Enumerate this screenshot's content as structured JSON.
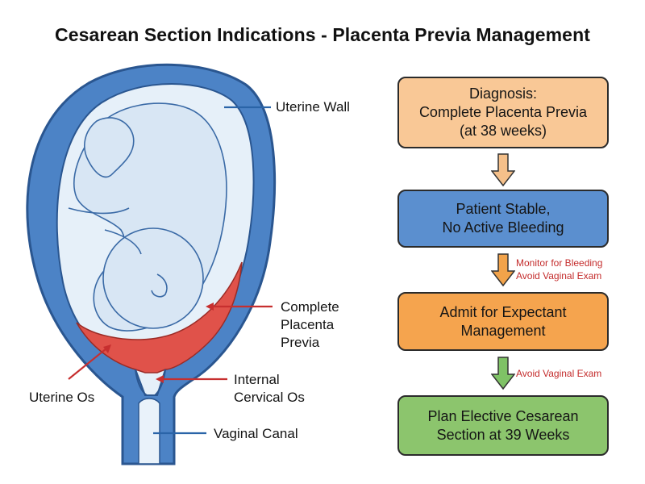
{
  "title": "Cesarean Section Indications - Placenta Previa Management",
  "anatomy": {
    "uterine_wall": "Uterine Wall",
    "placenta": [
      "Complete",
      "Placenta",
      "Previa"
    ],
    "internal_os": [
      "Internal",
      "Cervical Os"
    ],
    "uterine_os": "Uterine Os",
    "vaginal_canal": "Vaginal Canal"
  },
  "flowchart": {
    "steps": [
      {
        "lines": [
          "Diagnosis:",
          "Complete Placenta Previa",
          "(at 38 weeks)"
        ],
        "color": "#f9c896",
        "arrow_color": "#f5c08a"
      },
      {
        "lines": [
          "Patient Stable,",
          "No Active Bleeding"
        ],
        "color": "#5b8fcf",
        "arrow_color": "#f2a34a"
      },
      {
        "lines": [
          "Admit for Expectant",
          "Management"
        ],
        "color": "#f5a44e",
        "arrow_color": "#7fc266"
      },
      {
        "lines": [
          "Plan Elective Cesarean",
          "Section at 39 Weeks"
        ],
        "color": "#8cc56d"
      }
    ],
    "notes": [
      [
        "Monitor for Bleeding",
        "Avoid Vaginal Exam"
      ],
      [
        "Avoid Vaginal Exam"
      ]
    ]
  },
  "colors": {
    "wall": "#4c83c6",
    "wall_line": "#2a5690",
    "cavity": "#e6f0f9",
    "fetus": "#d8e6f4",
    "placenta": "#e0524a",
    "pointer_blue": "#2a64a8",
    "pointer_red": "#c72f2f"
  }
}
